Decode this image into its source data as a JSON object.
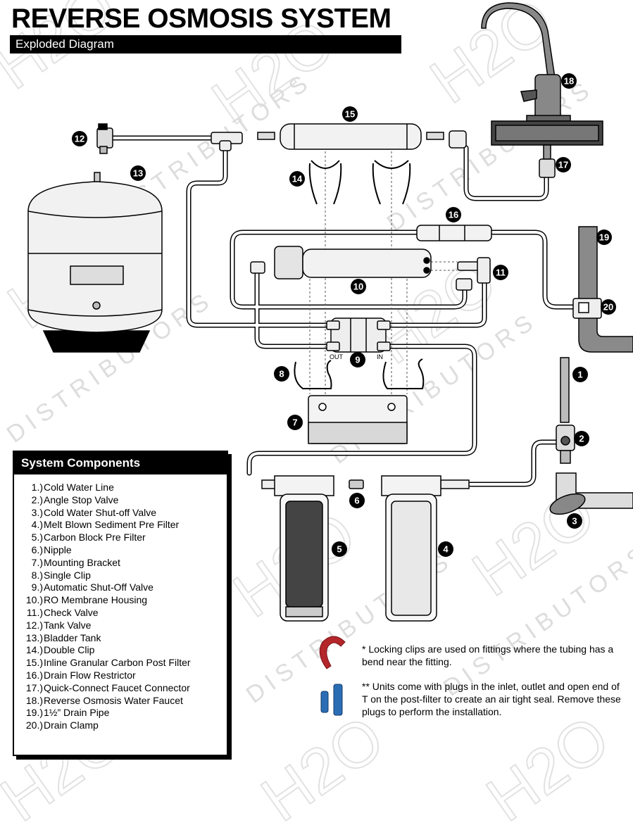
{
  "header": {
    "title": "REVERSE OSMOSIS SYSTEM",
    "subtitle": "Exploded Diagram"
  },
  "port_labels": {
    "out": "OUT",
    "in": "IN"
  },
  "callouts": [
    "1",
    "2",
    "3",
    "4",
    "5",
    "6",
    "7",
    "8",
    "9",
    "10",
    "11",
    "12",
    "13",
    "14",
    "15",
    "16",
    "17",
    "18",
    "19",
    "20"
  ],
  "components": {
    "heading": "System Components",
    "items": [
      {
        "num": "1.)",
        "label": "Cold Water Line"
      },
      {
        "num": "2.)",
        "label": "Angle Stop Valve"
      },
      {
        "num": "3.)",
        "label": "Cold Water Shut-off Valve"
      },
      {
        "num": "4.)",
        "label": "Melt Blown Sediment Pre Filter"
      },
      {
        "num": "5.)",
        "label": "Carbon Block Pre Filter"
      },
      {
        "num": "6.)",
        "label": "Nipple"
      },
      {
        "num": "7.)",
        "label": "Mounting Bracket"
      },
      {
        "num": "8.)",
        "label": "Single Clip"
      },
      {
        "num": "9.)",
        "label": "Automatic Shut-Off Valve"
      },
      {
        "num": "10.)",
        "label": "RO Membrane Housing"
      },
      {
        "num": "11.)",
        "label": "Check Valve"
      },
      {
        "num": "12.)",
        "label": "Tank Valve"
      },
      {
        "num": "13.)",
        "label": "Bladder Tank"
      },
      {
        "num": "14.)",
        "label": "Double Clip"
      },
      {
        "num": "15.)",
        "label": "Inline Granular Carbon Post Filter"
      },
      {
        "num": "16.)",
        "label": "Drain Flow Restrictor"
      },
      {
        "num": "17.)",
        "label": "Quick-Connect Faucet Connector"
      },
      {
        "num": "18.)",
        "label": "Reverse Osmosis Water Faucet"
      },
      {
        "num": "19.)",
        "label": "1½” Drain Pipe"
      },
      {
        "num": "20.)",
        "label": "Drain Clamp"
      }
    ]
  },
  "notes": {
    "locking_clips": "* Locking clips are used on fittings where the tubing has a bend near the fitting.",
    "plugs": "** Units come with plugs in the inlet, outlet and open end of T on the post-filter to create an air tight seal. Remove these plugs to perform the installation."
  },
  "watermark": {
    "brand": "H2O",
    "text": "DISTRIBUTORS"
  },
  "colors": {
    "badge": "#000000",
    "clip": "#b3262a",
    "plug": "#2a6db5",
    "drain_pipe": "#8a8a8a",
    "countertop": "#444444"
  }
}
